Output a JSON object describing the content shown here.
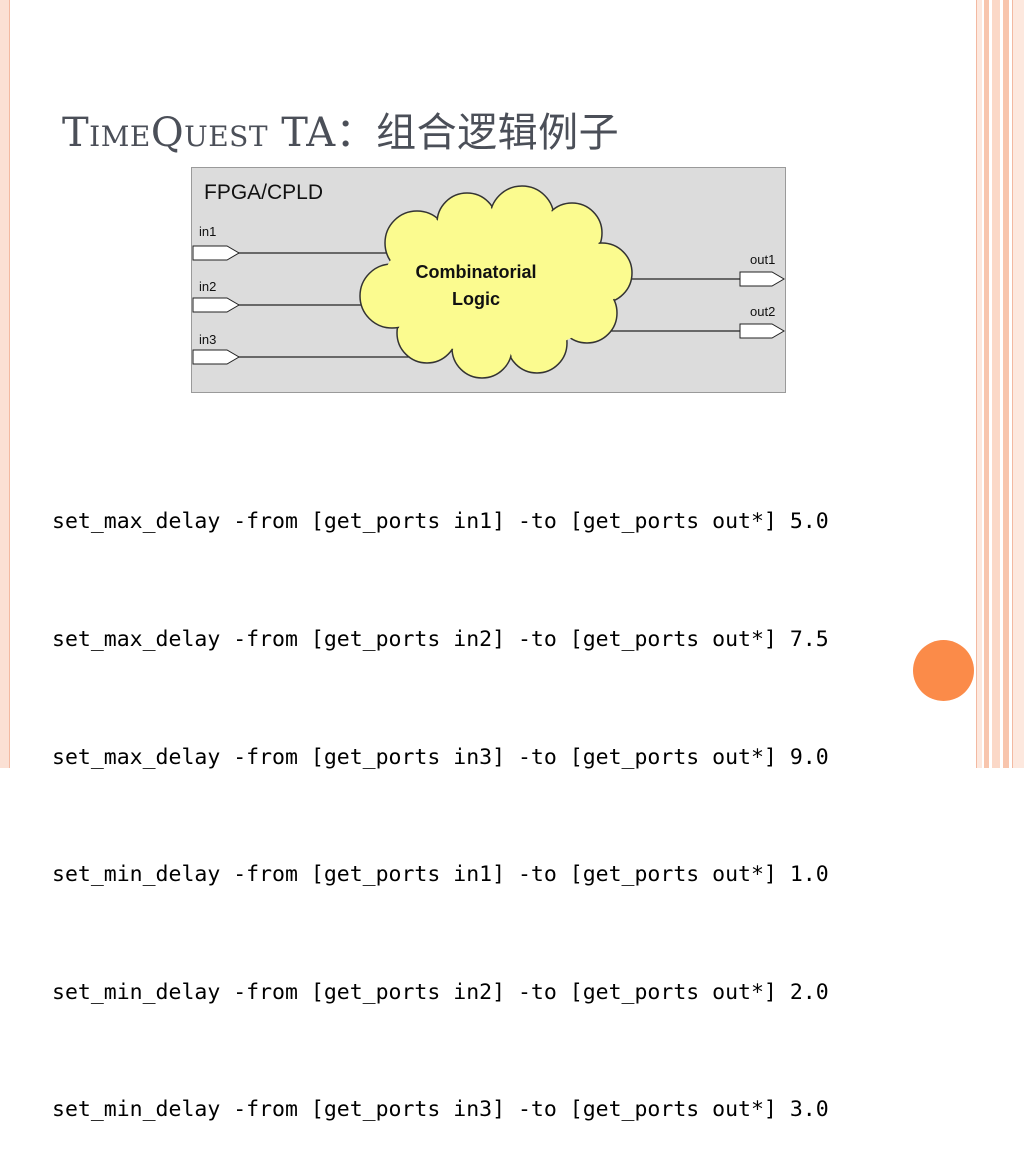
{
  "slide": {
    "title_prefix": "TimeQuest",
    "title_rest": " TA：组合逻辑例子"
  },
  "diagram": {
    "box_label": "FPGA/CPLD",
    "cloud_label_line1": "Combinatorial",
    "cloud_label_line2": "Logic",
    "inputs": [
      "in1",
      "in2",
      "in3"
    ],
    "outputs": [
      "out1",
      "out2"
    ],
    "colors": {
      "background": "#dcdcdc",
      "cloud_fill": "#fbfb8f"
    }
  },
  "code": {
    "lines": [
      "set_max_delay -from [get_ports in1] -to [get_ports out*] 5.0",
      "set_max_delay -from [get_ports in2] -to [get_ports out*] 7.5",
      "set_max_delay -from [get_ports in3] -to [get_ports out*] 9.0",
      "set_min_delay -from [get_ports in1] -to [get_ports out*] 1.0",
      "set_min_delay -from [get_ports in2] -to [get_ports out*] 2.0",
      "set_min_delay -from [get_ports in3] -to [get_ports out*] 3.0"
    ]
  },
  "theme": {
    "accent": "#fb8b49",
    "title_color": "#4b4f58"
  }
}
